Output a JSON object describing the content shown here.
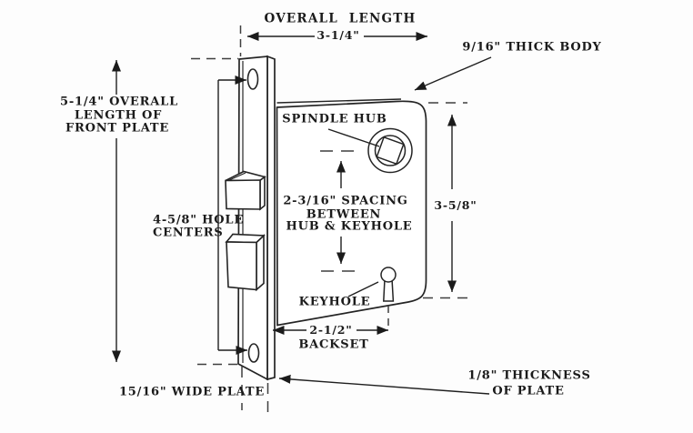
{
  "diagram": {
    "title": "Mortise lock dimension diagram",
    "colors": {
      "line": "#242424",
      "text": "#1b1b1b",
      "dash": "#3f3f3f",
      "background": "#fdfdfd",
      "fill": "#ffffff"
    },
    "labels": {
      "overall_length_label": "OVERALL LENGTH",
      "overall_length_value": "3-1/4\"",
      "thick_body": "9/16\" THICK BODY",
      "plate_length_l1": "5-1/4\" OVERALL",
      "plate_length_l2": "LENGTH OF",
      "plate_length_l3": "FRONT PLATE",
      "spindle_hub": "SPINDLE HUB",
      "body_height": "3-5/8\"",
      "spacing_l1": "2-3/16\" SPACING",
      "spacing_l2": "BETWEEN",
      "spacing_l3": "HUB & KEYHOLE",
      "hole_centers_l1": "4-5/8\" HOLE",
      "hole_centers_l2": "CENTERS",
      "keyhole": "KEYHOLE",
      "backset_value": "2-1/2\"",
      "backset_label": "BACKSET",
      "wide_plate": "15/16\" WIDE PLATE",
      "plate_thickness_l1": "1/8\" THICKNESS",
      "plate_thickness_l2": "OF PLATE"
    }
  }
}
